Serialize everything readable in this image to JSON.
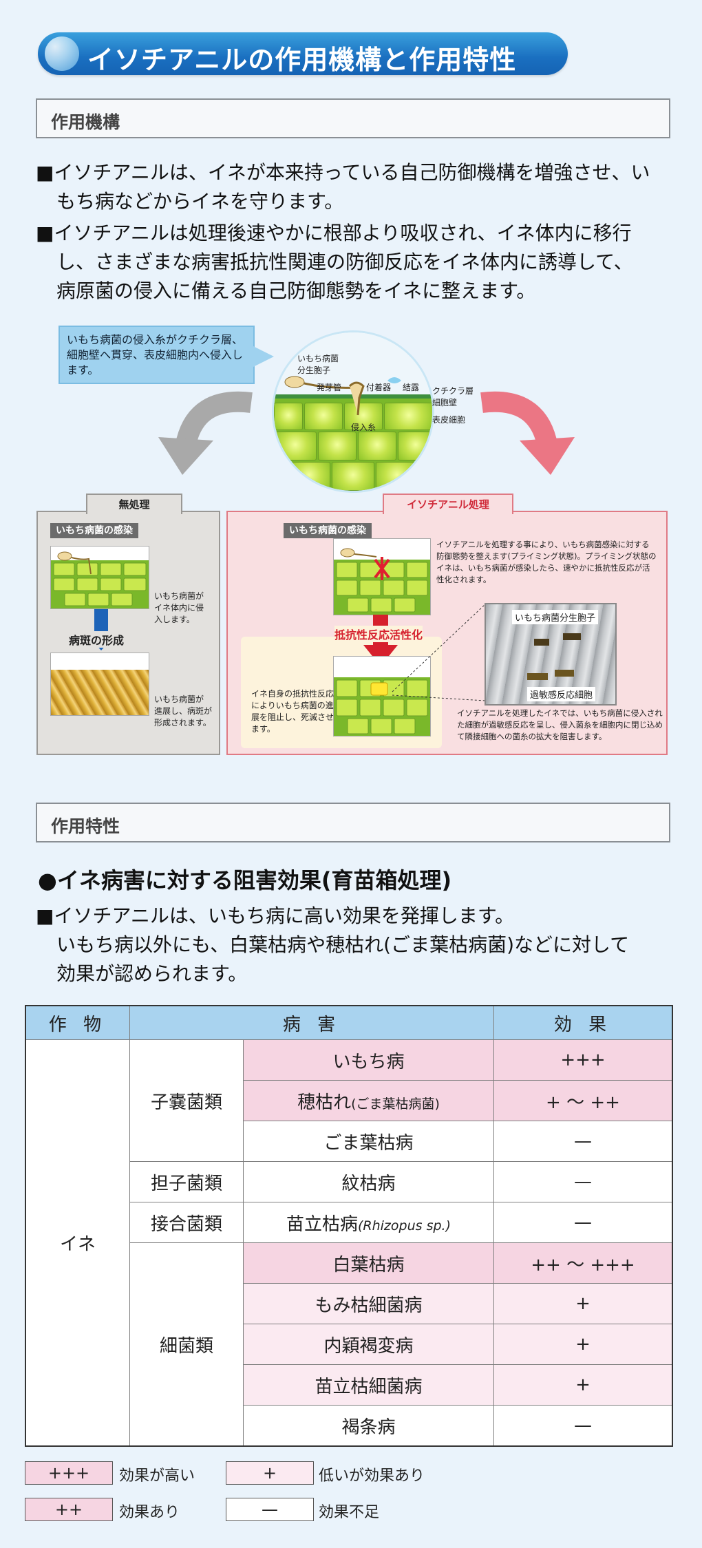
{
  "header": {
    "title": "イソチアニルの作用機構と作用特性"
  },
  "section1": {
    "title": "作用機構",
    "bullets": [
      {
        "line1": "■イソチアニルは、イネが本来持っている自己防御機構を増強させ、い",
        "line2": "もち病などからイネを守ります。"
      },
      {
        "line1": "■イソチアニルは処理後速やかに根部より吸収され、イネ体内に移行",
        "line2": "し、さまざまな病害抵抗性関連の防御反応をイネ体内に誘導して、",
        "line3": "病原菌の侵入に備える自己防御態勢をイネに整えます。"
      }
    ]
  },
  "diagram": {
    "callout": "いもち病菌の侵入糸がクチクラ層、細胞壁へ貫穿、表皮細胞内へ侵入します。",
    "circle_labels": {
      "spore": "いもち病菌\n分生胞子",
      "germ": "発芽管",
      "appressorium": "付着器",
      "dew": "結露",
      "cuticle": "クチクラ層\n細胞壁",
      "epidermis": "表皮細胞",
      "hypha": "侵入糸"
    },
    "untreated": {
      "tab": "無処理",
      "infection": "いもち病菌の感染",
      "text1": "いもち病菌が\nイネ体内に侵\n入します。",
      "lesion": "病斑の形成",
      "text2": "いもち病菌が\n進展し、病斑が\n形成されます。"
    },
    "treated": {
      "tab": "イソチアニル処理",
      "infection": "いもち病菌の感染",
      "desc": "イソチアニルを処理する事により、いもち病菌感染に対する防御態勢を整えます(プライミング状態)。プライミング状態のイネは、いもち病菌が感染したら、速やかに抵抗性反応が活性化されます。",
      "activation": "抵抗性反応活性化",
      "left_text": "イネ自身の抵抗性反応によりいもち病菌の進展を阻止し、死滅させます。",
      "photo_top": "いもち病菌分生胞子",
      "photo_bottom": "過敏感反応細胞",
      "bottom_text": "イソチアニルを処理したイネでは、いもち病菌に侵入された細胞が過敏感反応を呈し、侵入菌糸を細胞内に閉じ込めて隣接細胞への菌糸の拡大を阻害します。"
    }
  },
  "section2": {
    "title": "作用特性",
    "heading": "●イネ病害に対する阻害効果(育苗箱処理)",
    "line1": "■イソチアニルは、いもち病に高い効果を発揮します。",
    "line2": "いもち病以外にも、白葉枯病や穂枯れ(ごま葉枯病菌)などに対して",
    "line3": "効果が認められます。"
  },
  "table": {
    "headers": [
      "作 物",
      "病 害",
      "効 果"
    ],
    "crop": "イネ",
    "groups": {
      "ascomycetes": "子嚢菌類",
      "basidiomycetes": "担子菌類",
      "zygomycetes": "接合菌類",
      "bacteria": "細菌類"
    },
    "rows": [
      {
        "disease": "いもち病",
        "note": "",
        "effect": "+++"
      },
      {
        "disease": "穂枯れ",
        "note": "(ごま葉枯病菌)",
        "effect": "+ 〜 ++"
      },
      {
        "disease": "ごま葉枯病",
        "note": "",
        "effect": "—"
      },
      {
        "disease": "紋枯病",
        "note": "",
        "effect": "—"
      },
      {
        "disease": "苗立枯病",
        "note": "(Rhizopus sp.)",
        "effect": "—"
      },
      {
        "disease": "白葉枯病",
        "note": "",
        "effect": "++ 〜 +++"
      },
      {
        "disease": "もみ枯細菌病",
        "note": "",
        "effect": "+"
      },
      {
        "disease": "内穎褐変病",
        "note": "",
        "effect": "+"
      },
      {
        "disease": "苗立枯細菌病",
        "note": "",
        "effect": "+"
      },
      {
        "disease": "褐条病",
        "note": "",
        "effect": "—"
      }
    ]
  },
  "legend": [
    {
      "symbol": "+++",
      "text": "効果が高い",
      "color": "#f6d5e2"
    },
    {
      "symbol": "++",
      "text": "効果あり",
      "color": "#f6d5e2"
    },
    {
      "symbol": "+",
      "text": "低いが効果あり",
      "color": "#fbeaf1"
    },
    {
      "symbol": "—",
      "text": "効果不足",
      "color": "#ffffff"
    }
  ]
}
